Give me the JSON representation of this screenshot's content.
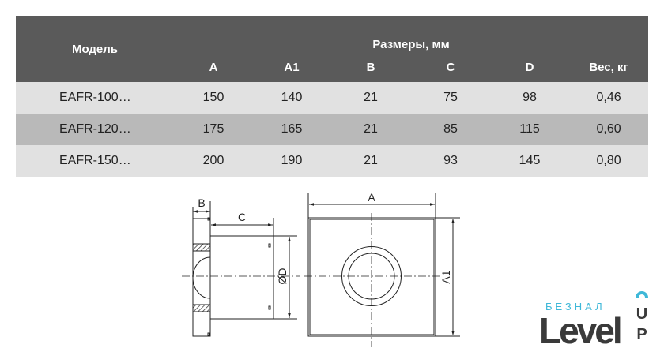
{
  "table": {
    "header": {
      "model": "Модель",
      "dimensions": "Размеры, мм",
      "columns": [
        "A",
        "A1",
        "B",
        "C",
        "D",
        "Вес, кг"
      ]
    },
    "rows": [
      {
        "model": "EAFR-100…",
        "values": [
          "150",
          "140",
          "21",
          "75",
          "98",
          "0,46"
        ]
      },
      {
        "model": "EAFR-120…",
        "values": [
          "175",
          "165",
          "21",
          "85",
          "115",
          "0,60"
        ]
      },
      {
        "model": "EAFR-150…",
        "values": [
          "200",
          "190",
          "21",
          "93",
          "145",
          "0,80"
        ]
      }
    ]
  },
  "drawing": {
    "labels": {
      "b": "B",
      "c": "C",
      "d": "ØD",
      "a": "A",
      "a1": "A1"
    }
  },
  "logo": {
    "top": "БЕЗНАЛ",
    "main": "Level",
    "up": "UP"
  }
}
